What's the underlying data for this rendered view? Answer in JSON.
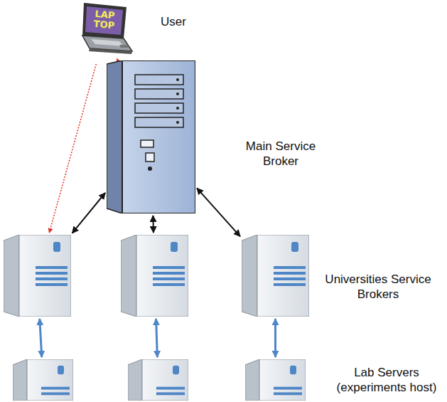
{
  "diagram": {
    "nodes": [
      {
        "text": [
          "User"
        ]
      },
      {
        "text": [
          "Main Service Broker"
        ]
      },
      {
        "text": []
      },
      {
        "text": []
      },
      {
        "text": [
          "Universities Service Brokers"
        ]
      },
      {
        "text": []
      },
      {
        "text": []
      },
      {
        "text": [
          "Lab Servers (experiments host)"
        ]
      }
    ],
    "edges": [
      {
        "from": 0,
        "to": 1,
        "arrow": "to"
      },
      {
        "from": 0,
        "to": 2,
        "arrow": "to"
      },
      {
        "from": 1,
        "to": 2,
        "arrow": "both"
      },
      {
        "from": 1,
        "to": 3,
        "arrow": "both"
      },
      {
        "from": 1,
        "to": 4,
        "arrow": "both"
      },
      {
        "from": 2,
        "to": 5,
        "arrow": "both"
      },
      {
        "from": 3,
        "to": 6,
        "arrow": "both"
      },
      {
        "from": 4,
        "to": 7,
        "arrow": "both"
      }
    ],
    "labels": [
      "LAP TOP"
    ]
  }
}
